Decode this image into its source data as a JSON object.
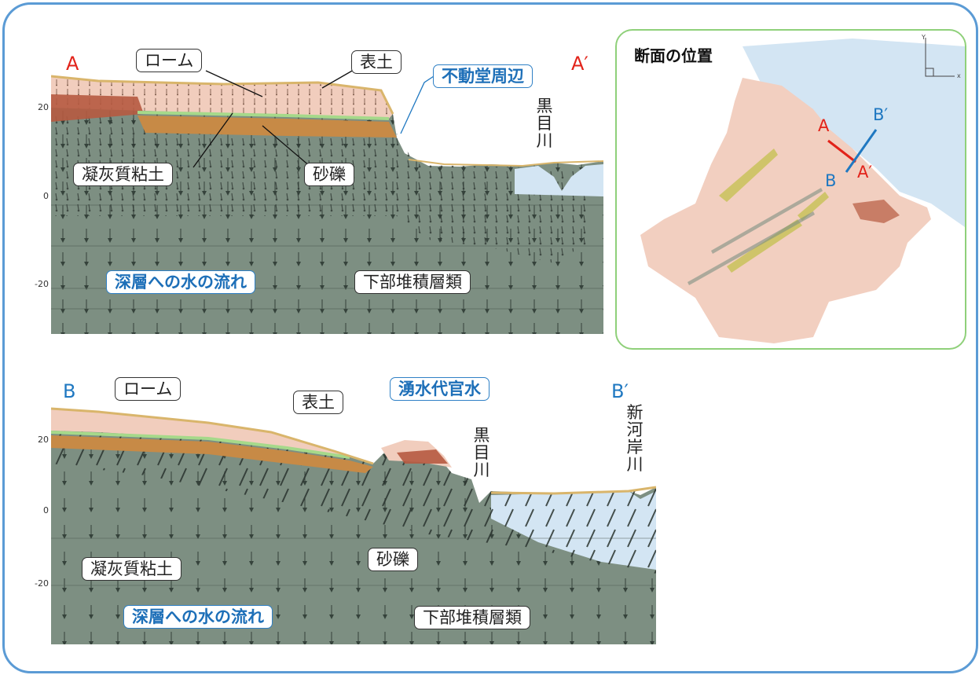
{
  "section_a": {
    "start": "A",
    "end": "A′",
    "labels": {
      "loam": "ローム",
      "topsoil": "表土",
      "fudodo": "不動堂周辺",
      "tuff_clay": "凝灰質粘土",
      "gravel": "砂礫",
      "deep_flow": "深層への水の流れ",
      "lower_deposits": "下部堆積層類"
    },
    "river": [
      "黒",
      "目",
      "川"
    ],
    "y_ticks": [
      "20",
      "0",
      "-20"
    ]
  },
  "section_b": {
    "start": "B",
    "end": "B′",
    "labels": {
      "loam": "ローム",
      "topsoil": "表土",
      "spring": "湧水代官水",
      "tuff_clay": "凝灰質粘土",
      "gravel": "砂礫",
      "deep_flow": "深層への水の流れ",
      "lower_deposits": "下部堆積層類"
    },
    "river_kurome": [
      "黒",
      "目",
      "川"
    ],
    "river_shinkawagishi": [
      "新",
      "河",
      "岸",
      "川"
    ],
    "y_ticks": [
      "20",
      "0",
      "-20"
    ]
  },
  "inset_map": {
    "title": "断面の位置",
    "marks": {
      "a": "A",
      "a_prime": "A′",
      "b": "B",
      "b_prime": "B′"
    },
    "axis_x": "x",
    "axis_y": "Y"
  },
  "colors": {
    "frame": "#5b9bd5",
    "inset_border": "#8fd07a",
    "red_mark": "#e2231a",
    "blue_mark": "#1f78c1",
    "loam": "#f1cdbd",
    "gravel": "#c78a46",
    "tuff": "#b65a40",
    "lower": "#7d8f82",
    "water": "#d3e5f3"
  }
}
